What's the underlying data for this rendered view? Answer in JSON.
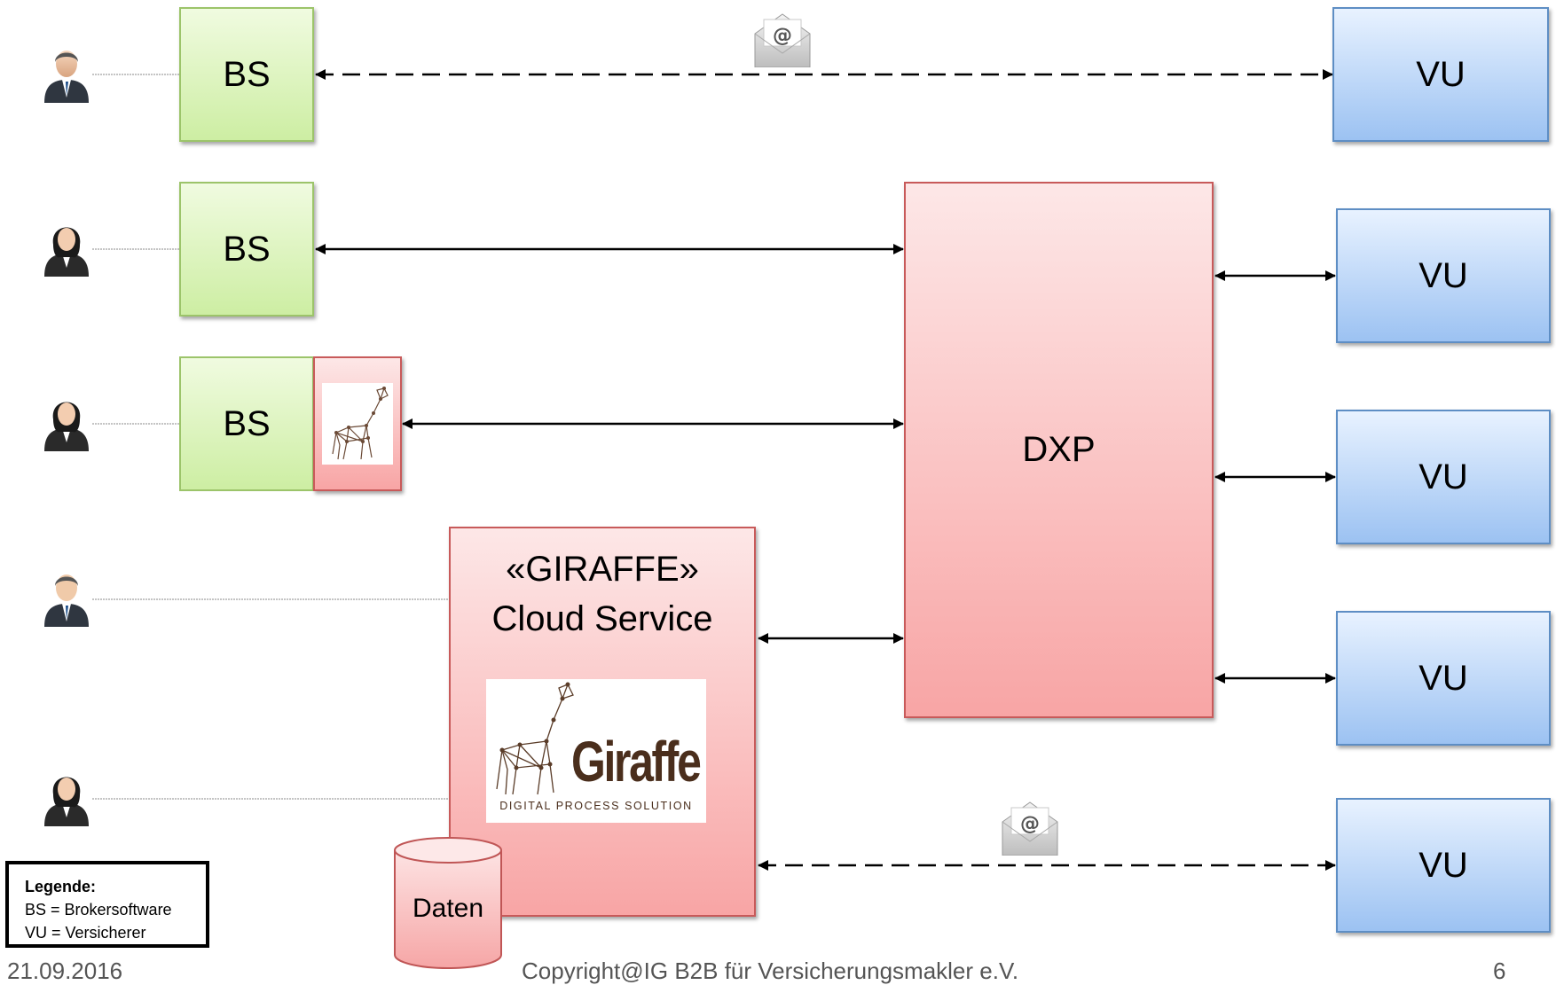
{
  "nodes": {
    "bs": "BS",
    "vu": "VU",
    "dxp": "DXP",
    "giraffe_service": {
      "line1": "«GIRAFFE»",
      "line2": "Cloud Service"
    },
    "database": "Daten"
  },
  "logo": {
    "brand": "Giraffe",
    "tagline": "DIGITAL PROCESS SOLUTION"
  },
  "legend": {
    "title": "Legende:",
    "items": [
      "BS = Brokersoftware",
      "VU = Versicherer"
    ]
  },
  "footer": {
    "date": "21.09.2016",
    "copyright": "Copyright@IG B2B für Versicherungsmakler e.V.",
    "page": "6"
  },
  "icons": {
    "person_male": "businessman-icon",
    "person_female": "businesswoman-icon",
    "email": "email-envelope-icon",
    "database": "database-cylinder-icon"
  },
  "colors": {
    "bs_fill": "#cdeea3",
    "vu_fill": "#9cc2f2",
    "dxp_fill": "#f8a5a5",
    "logo_brown": "#4a2e1c"
  }
}
